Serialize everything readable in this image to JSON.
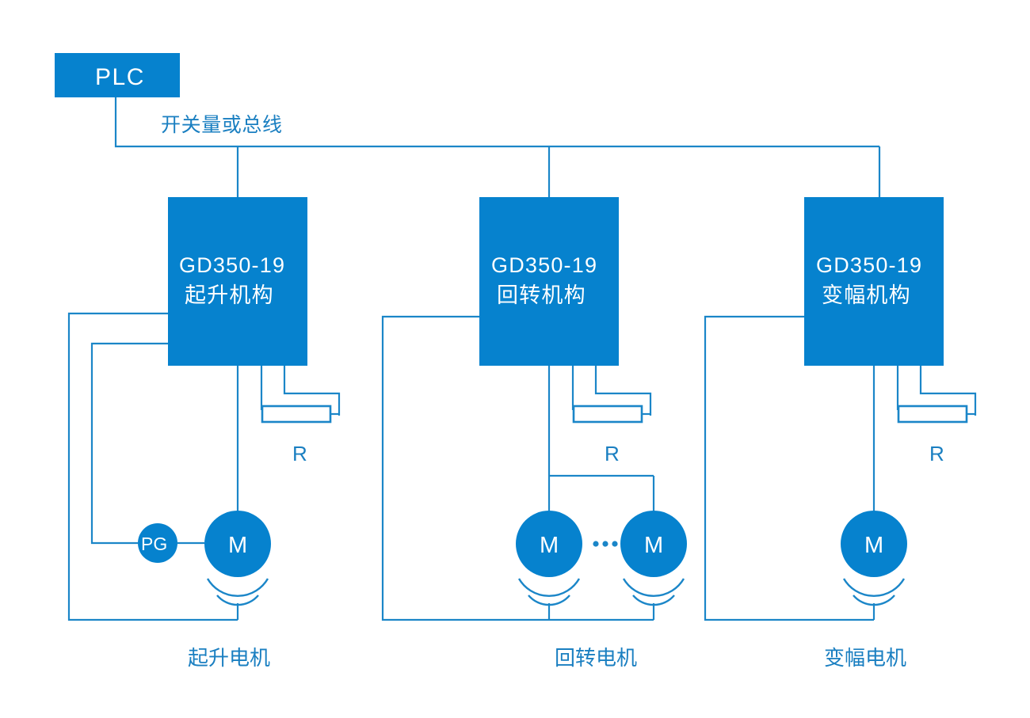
{
  "diagram": {
    "title_text": "PLC",
    "bus_label": "开关量或总线",
    "controller": {
      "label": "PLC"
    },
    "drives": [
      {
        "model": "GD350-19",
        "mechanism": "起升机构",
        "resistor_label": "R",
        "motor_label": "起升电机",
        "motors": [
          "M"
        ],
        "encoder": "PG",
        "has_encoder": true,
        "has_ellipsis": false
      },
      {
        "model": "GD350-19",
        "mechanism": "回转机构",
        "resistor_label": "R",
        "motor_label": "回转电机",
        "motors": [
          "M",
          "M"
        ],
        "encoder": "",
        "has_encoder": false,
        "has_ellipsis": true,
        "ellipsis": "…"
      },
      {
        "model": "GD350-19",
        "mechanism": "变幅机构",
        "resistor_label": "R",
        "motor_label": "变幅电机",
        "motors": [
          "M"
        ],
        "encoder": "",
        "has_encoder": false,
        "has_ellipsis": false
      }
    ],
    "colors": {
      "block_fill": "#0682ce",
      "wire": "#1b86c8",
      "label_text": "#1a7fc1",
      "block_text": "#ffffff",
      "background": "#ffffff"
    }
  }
}
